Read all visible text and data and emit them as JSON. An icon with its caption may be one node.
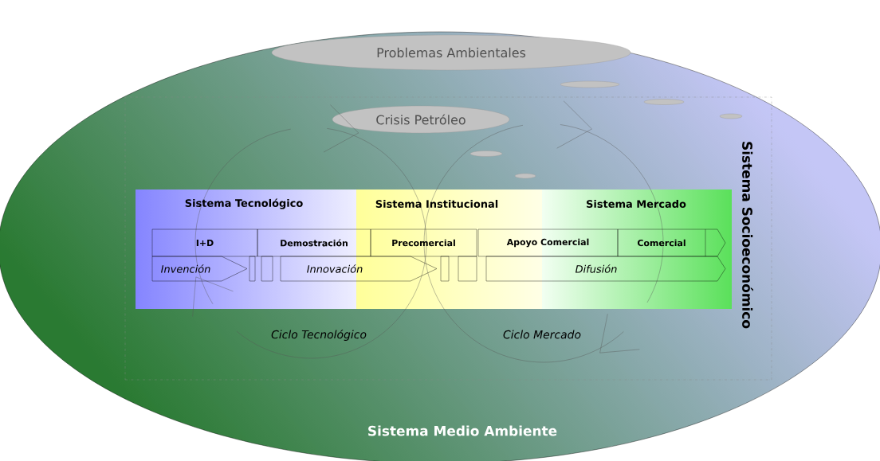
{
  "diagram": {
    "nodes": [
      {
        "text": [
          "Sistema Medio Ambiente"
        ]
      },
      {
        "text": [
          "Sistema Socioeconómico"
        ],
        "in": 0
      },
      {
        "text": [
          "Problemas Ambientales"
        ],
        "in": 0
      },
      {
        "text": [
          "Crisis Petróleo"
        ],
        "in": 1
      },
      {
        "text": [
          "Sistema Tecnológico",
          "Sistema Institucional",
          "Sistema Mercado"
        ],
        "in": 1
      },
      {
        "text": [
          "I+D"
        ],
        "in": 4
      },
      {
        "text": [
          "Demostración"
        ],
        "in": 4
      },
      {
        "text": [
          "Precomercial"
        ],
        "in": 4
      },
      {
        "text": [
          "Apoyo Comercial"
        ],
        "in": 4
      },
      {
        "text": [
          "Comercial"
        ],
        "in": 4
      },
      {
        "text": [
          "Invención"
        ],
        "in": 4
      },
      {
        "text": [
          "Innovación"
        ],
        "in": 4
      },
      {
        "text": [
          "Difusión"
        ],
        "in": 4
      },
      {
        "text": [],
        "shape": "box",
        "in": 4
      },
      {
        "text": [],
        "shape": "box",
        "in": 4
      },
      {
        "text": [],
        "shape": "box",
        "in": 4
      },
      {
        "text": [],
        "shape": "box",
        "in": 4
      }
    ],
    "edges": [],
    "labels": [
      "Ciclo Tecnológico",
      "Ciclo Mercado"
    ]
  }
}
